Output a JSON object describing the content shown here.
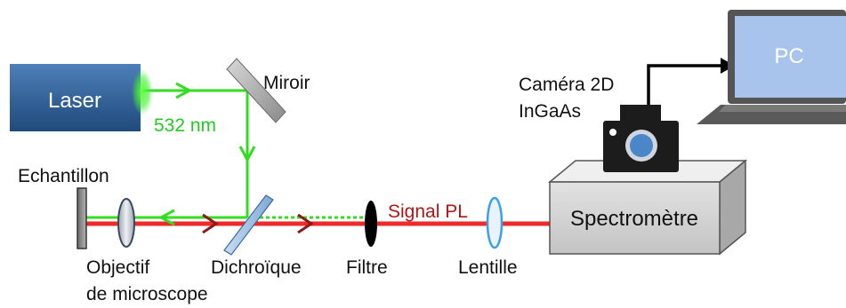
{
  "labels": {
    "laser": "Laser",
    "wavelength": "532 nm",
    "mirror": "Miroir",
    "camera_line1": "Caméra 2D",
    "camera_line2": "InGaAs",
    "pc": "PC",
    "sample": "Echantillon",
    "signal": "Signal PL",
    "spectrometer": "Spectromètre",
    "objective_line1": "Objectif",
    "objective_line2": "de microscope",
    "dichroic": "Dichroïque",
    "filter": "Filtre",
    "lens": "Lentille"
  },
  "colors": {
    "laser_beam": "#33dd22",
    "signal_beam": "#ee2a2a",
    "signal_text": "#b01515",
    "laser_box": "#2c5c94",
    "pc_screen": "#a9c4ec",
    "camera_body": "#1c1c1c",
    "camera_lens": "#4a86c8",
    "lens_outline": "#3aa0e8"
  }
}
